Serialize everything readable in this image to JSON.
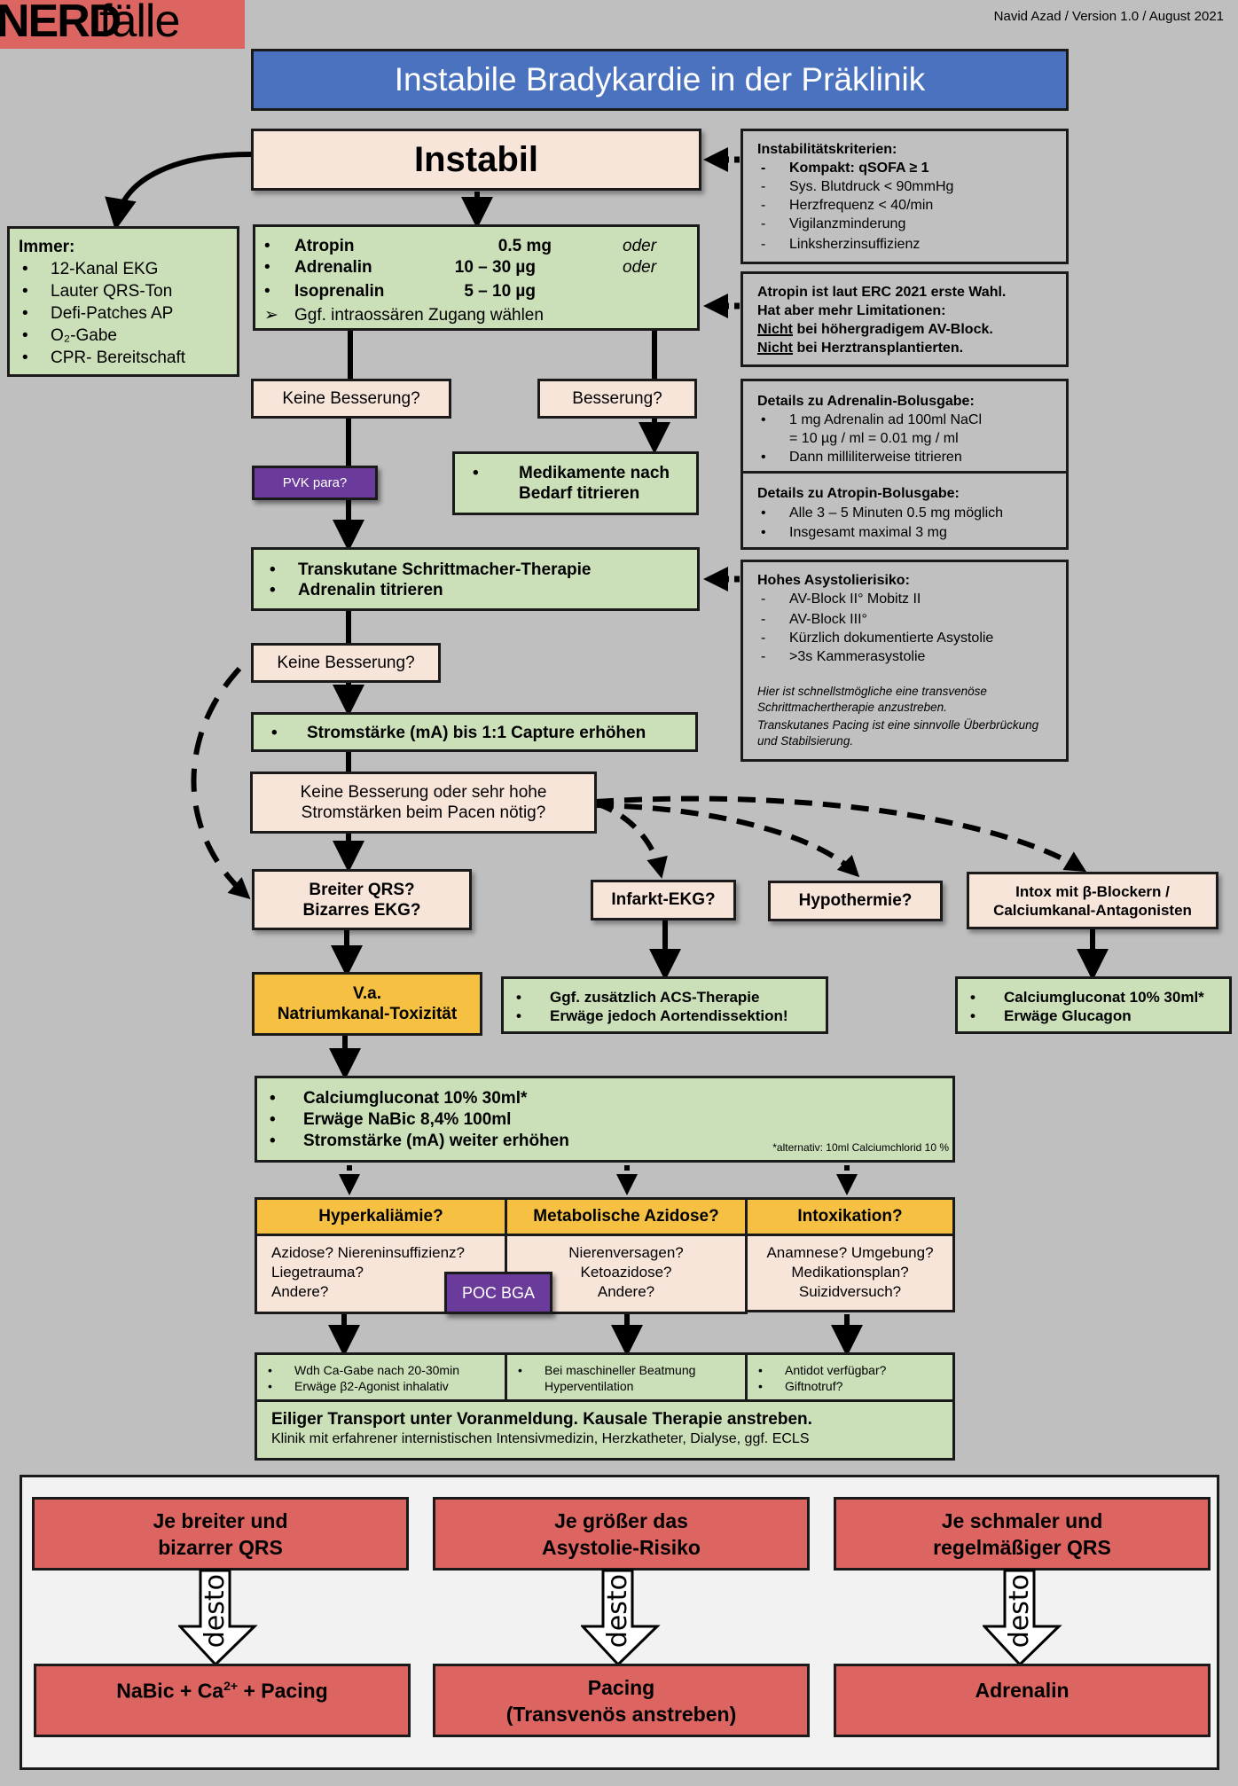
{
  "logo": {
    "bold": "NERD",
    "regular": "fälle"
  },
  "author_line": "Navid Azad / Version 1.0 / August 2021",
  "title": "Instabile Bradykardie in der Präklinik",
  "instabil": "Instabil",
  "immer": {
    "heading": "Immer:",
    "items": [
      "12-Kanal EKG",
      "Lauter QRS-Ton",
      "Defi-Patches AP",
      "O₂-Gabe",
      "CPR- Bereitschaft"
    ]
  },
  "drugs": {
    "rows": [
      {
        "name": "Atropin",
        "dose": "0.5 mg",
        "note": "oder"
      },
      {
        "name": "Adrenalin",
        "dose": "10 – 30 µg",
        "note": "oder"
      },
      {
        "name": "Isoprenalin",
        "dose": "5 – 10 µg",
        "note": ""
      }
    ],
    "access": "Ggf. intraossären Zugang wählen"
  },
  "instability_criteria": {
    "heading": "Instabilitätskriterien:",
    "compact": "Kompakt: qSOFA ≥ 1",
    "items": [
      "Sys. Blutdruck < 90mmHg",
      "Herzfrequenz < 40/min",
      "Vigilanzminderung",
      "Linksherzinsuffizienz"
    ]
  },
  "atropin_note": {
    "line1": "Atropin ist laut ERC 2021 erste Wahl.",
    "line2": "Hat aber mehr Limitationen:",
    "nicht": "Nicht",
    "line3_rest": " bei höhergradigem AV-Block.",
    "line4_rest": " bei Herztransplantierten."
  },
  "keine_besserung_1": "Keine Besserung?",
  "besserung": "Besserung?",
  "pvk": "PVK para?",
  "medikamente": [
    "Medikamente nach",
    "Bedarf titrieren"
  ],
  "adrenalin_details": {
    "heading": "Details zu Adrenalin-Bolusgabe:",
    "item1a": "1 mg Adrenalin ad 100ml NaCl",
    "item1b": "= 10 µg / ml = 0.01 mg / ml",
    "item2": "Dann milliliterweise titrieren"
  },
  "atropin_details": {
    "heading": "Details zu Atropin-Bolusgabe:",
    "items": [
      "Alle 3 – 5 Minuten 0.5 mg möglich",
      "Insgesamt maximal 3 mg"
    ]
  },
  "pacing": [
    "Transkutane Schrittmacher-Therapie",
    "Adrenalin titrieren"
  ],
  "asystolie": {
    "heading": "Hohes Asystolierisiko:",
    "items": [
      "AV-Block II° Mobitz II",
      "AV-Block III°",
      "Kürzlich dokumentierte Asystolie",
      ">3s Kammerasystolie"
    ],
    "note1": "Hier ist schnellstmögliche eine transvenöse Schrittmachertherapie anzustreben.",
    "note2": "Transkutanes Pacing ist eine sinnvolle Überbrückung und Stabilsierung."
  },
  "keine_besserung_2": "Keine Besserung?",
  "stromstaerke": "Stromstärke (mA) bis 1:1 Capture erhöhen",
  "keine_besserung_3": [
    "Keine Besserung oder sehr hohe",
    "Stromstärken beim Pacen nötig?"
  ],
  "breiter_qrs": [
    "Breiter QRS?",
    "Bizarres EKG?"
  ],
  "infarkt": "Infarkt-EKG?",
  "hypothermie": "Hypothermie?",
  "intox_beta": [
    "Intox mit β-Blockern /",
    "Calciumkanal-Antagonisten"
  ],
  "natrium": [
    "V.a.",
    "Natriumkanal-Toxizität"
  ],
  "acs": [
    "Ggf. zusätzlich ACS-Therapie",
    "Erwäge jedoch Aortendissektion!"
  ],
  "calcium_glucagon": [
    "Calciumgluconat 10% 30ml*",
    "Erwäge Glucagon"
  ],
  "therapy_main": {
    "items": [
      "Calciumgluconat 10% 30ml*",
      "Erwäge NaBic 8,4% 100ml",
      "Stromstärke (mA) weiter erhöhen"
    ],
    "footnote": "*alternativ: 10ml Calciumchlorid 10 %"
  },
  "causes": [
    {
      "title": "Hyperkaliämie?",
      "lines": [
        "Azidose? Niereninsuffizienz?",
        "Liegetrauma?",
        "Andere?"
      ],
      "actions": [
        "Wdh Ca-Gabe nach 20-30min",
        "Erwäge β2-Agonist inhalativ"
      ]
    },
    {
      "title": "Metabolische Azidose?",
      "lines": [
        "Nierenversagen?",
        "Ketoazidose?",
        "Andere?"
      ],
      "actions": [
        "Bei maschineller Beatmung Hyperventilation"
      ]
    },
    {
      "title": "Intoxikation?",
      "lines": [
        "Anamnese? Umgebung?",
        "Medikationsplan?",
        "Suizidversuch?"
      ],
      "actions": [
        "Antidot verfügbar?",
        "Giftnotruf?"
      ]
    }
  ],
  "poc_bga": "POC BGA",
  "transport": {
    "bold": "Eiliger Transport unter Voranmeldung. Kausale Therapie anstreben.",
    "normal": "Klinik mit erfahrener internistischen Intensivmedizin, Herzkatheter, Dialyse, ggf. ECLS"
  },
  "summary": [
    {
      "condition": [
        "Je breiter und",
        "bizarrer QRS"
      ],
      "connector": "desto",
      "result_main": "NaBic + Ca",
      "result_sup": "2+",
      "result_tail": " + Pacing",
      "result_line2": ""
    },
    {
      "condition": [
        "Je größer das",
        "Asystolie-Risiko"
      ],
      "connector": "desto",
      "result_main": "Pacing",
      "result_sup": "",
      "result_tail": "",
      "result_line2": "(Transvenös anstreben)"
    },
    {
      "condition": [
        "Je schmaler und",
        "regelmäßiger QRS"
      ],
      "connector": "desto",
      "result_main": "Adrenalin",
      "result_sup": "",
      "result_tail": "",
      "result_line2": ""
    }
  ],
  "colors": {
    "title_blue": "#4a72bf",
    "logo_red": "#dc6561",
    "peach": "#f8e5da",
    "green": "#cbdfb8",
    "orange": "#f6c142",
    "purple": "#6a3b9a",
    "background": "#bfbfbf"
  }
}
